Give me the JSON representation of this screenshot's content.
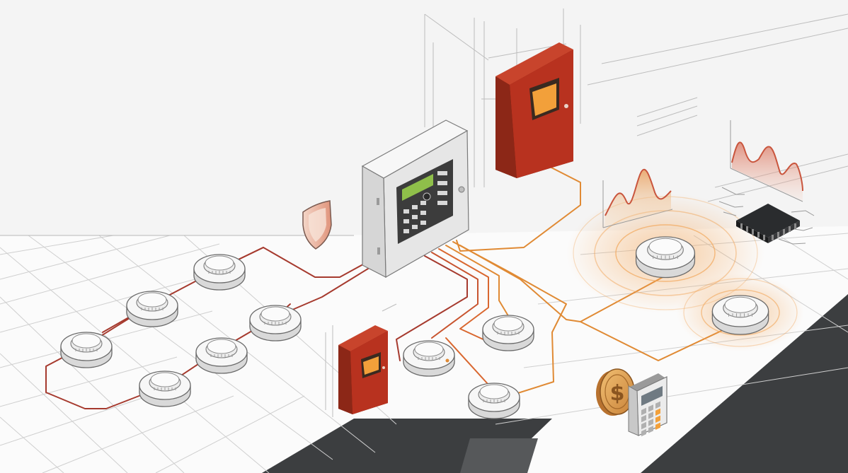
{
  "colors": {
    "wall": "#f4f4f4",
    "floor": "#fafafa",
    "grid": "#c9c9c9",
    "dark_floor": "#3c3e40",
    "wire_red": "#a63a2e",
    "wire_orange": "#e08a34",
    "panel_red": "#b8321f",
    "panel_red_dark": "#7e2114",
    "control_grey": "#e6e6e6",
    "lcd_green": "#8fbf4a",
    "detector_white": "#f7f7f7",
    "signal_orange": "#f2a65a",
    "chart_red": "#c9553d",
    "coin_gold": "#e0a050"
  },
  "icons": [
    "shield-icon",
    "microchip-icon",
    "dollar-coin-icon",
    "calculator-icon",
    "signal-waves-icon"
  ],
  "objects": [
    "control-panel",
    "annunciator-panel-large",
    "annunciator-panel-small",
    "smoke-detector",
    "sparkline-chart-left",
    "sparkline-chart-right"
  ]
}
